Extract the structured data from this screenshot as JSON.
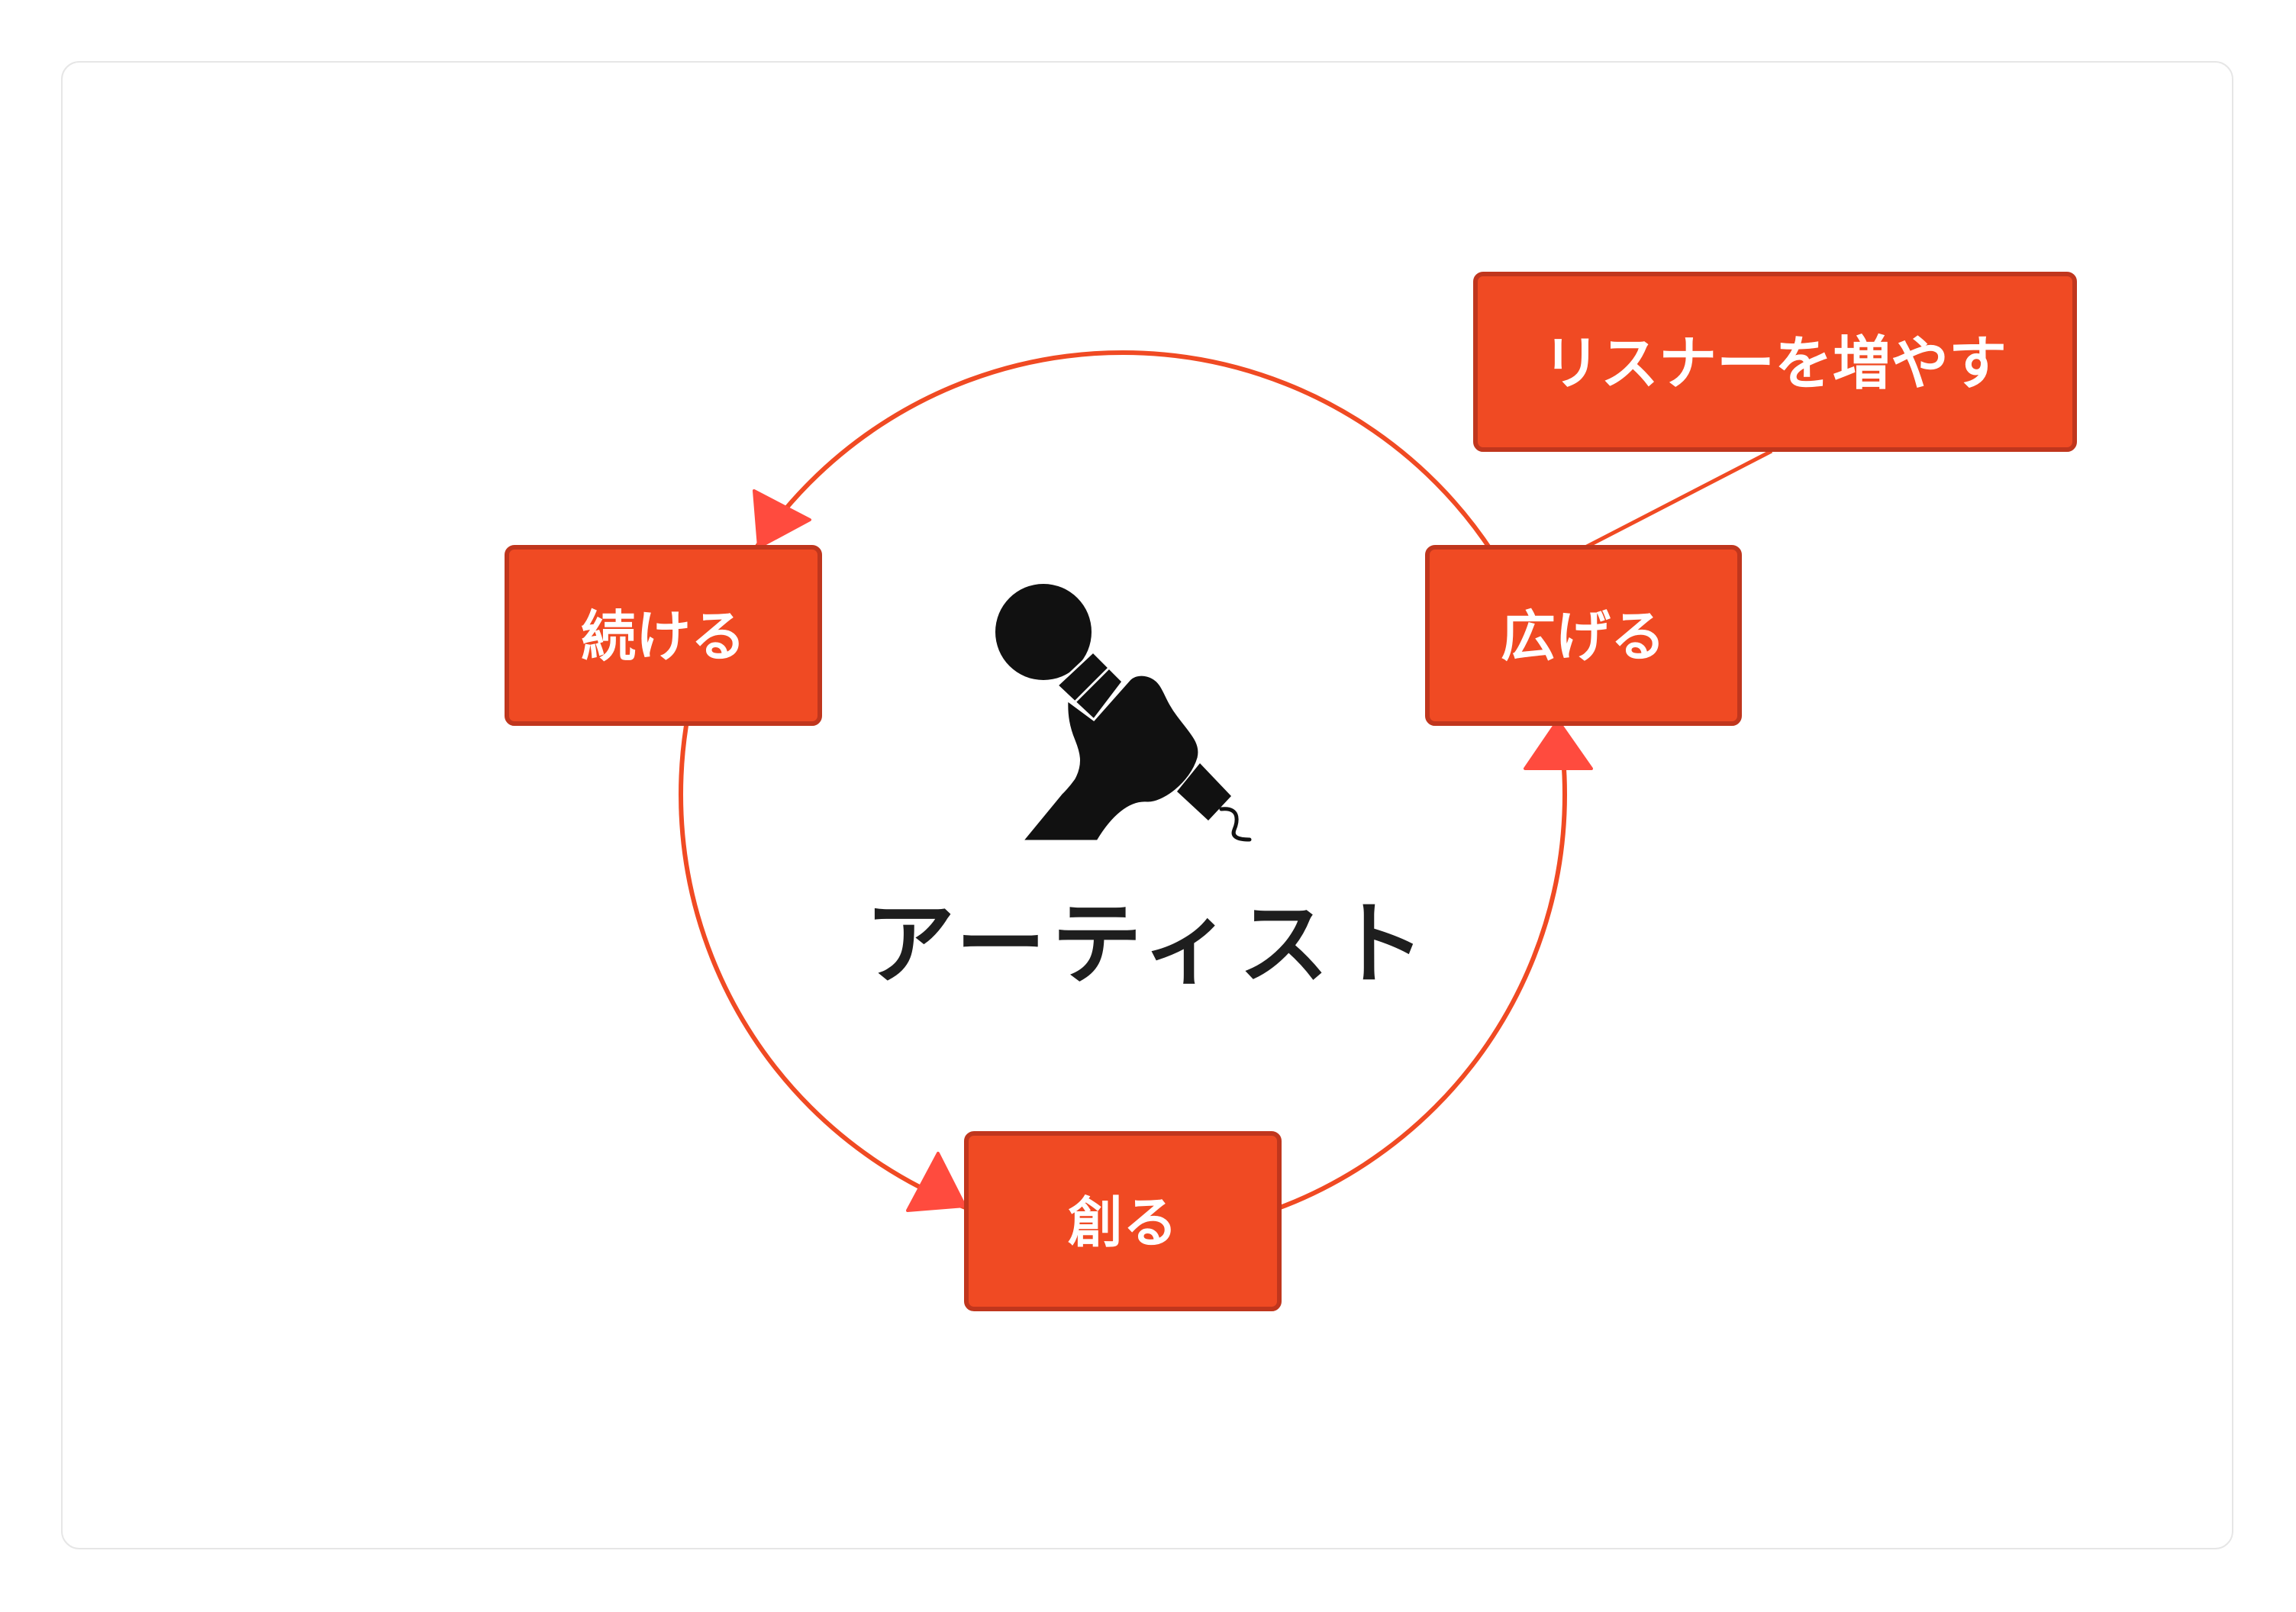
{
  "diagram": {
    "center_label": "アーティスト",
    "center_icon": "microphone-in-hand-icon",
    "nodes": {
      "continue": "続ける",
      "spread": "広げる",
      "create": "創る",
      "increase_listeners": "リスナーを増やす"
    },
    "colors": {
      "node_fill": "#F04A23",
      "node_border": "#C0361D",
      "edge": "#F04A23",
      "arrowhead": "#FF4B3E",
      "text_dark": "#1E1E1E"
    }
  }
}
